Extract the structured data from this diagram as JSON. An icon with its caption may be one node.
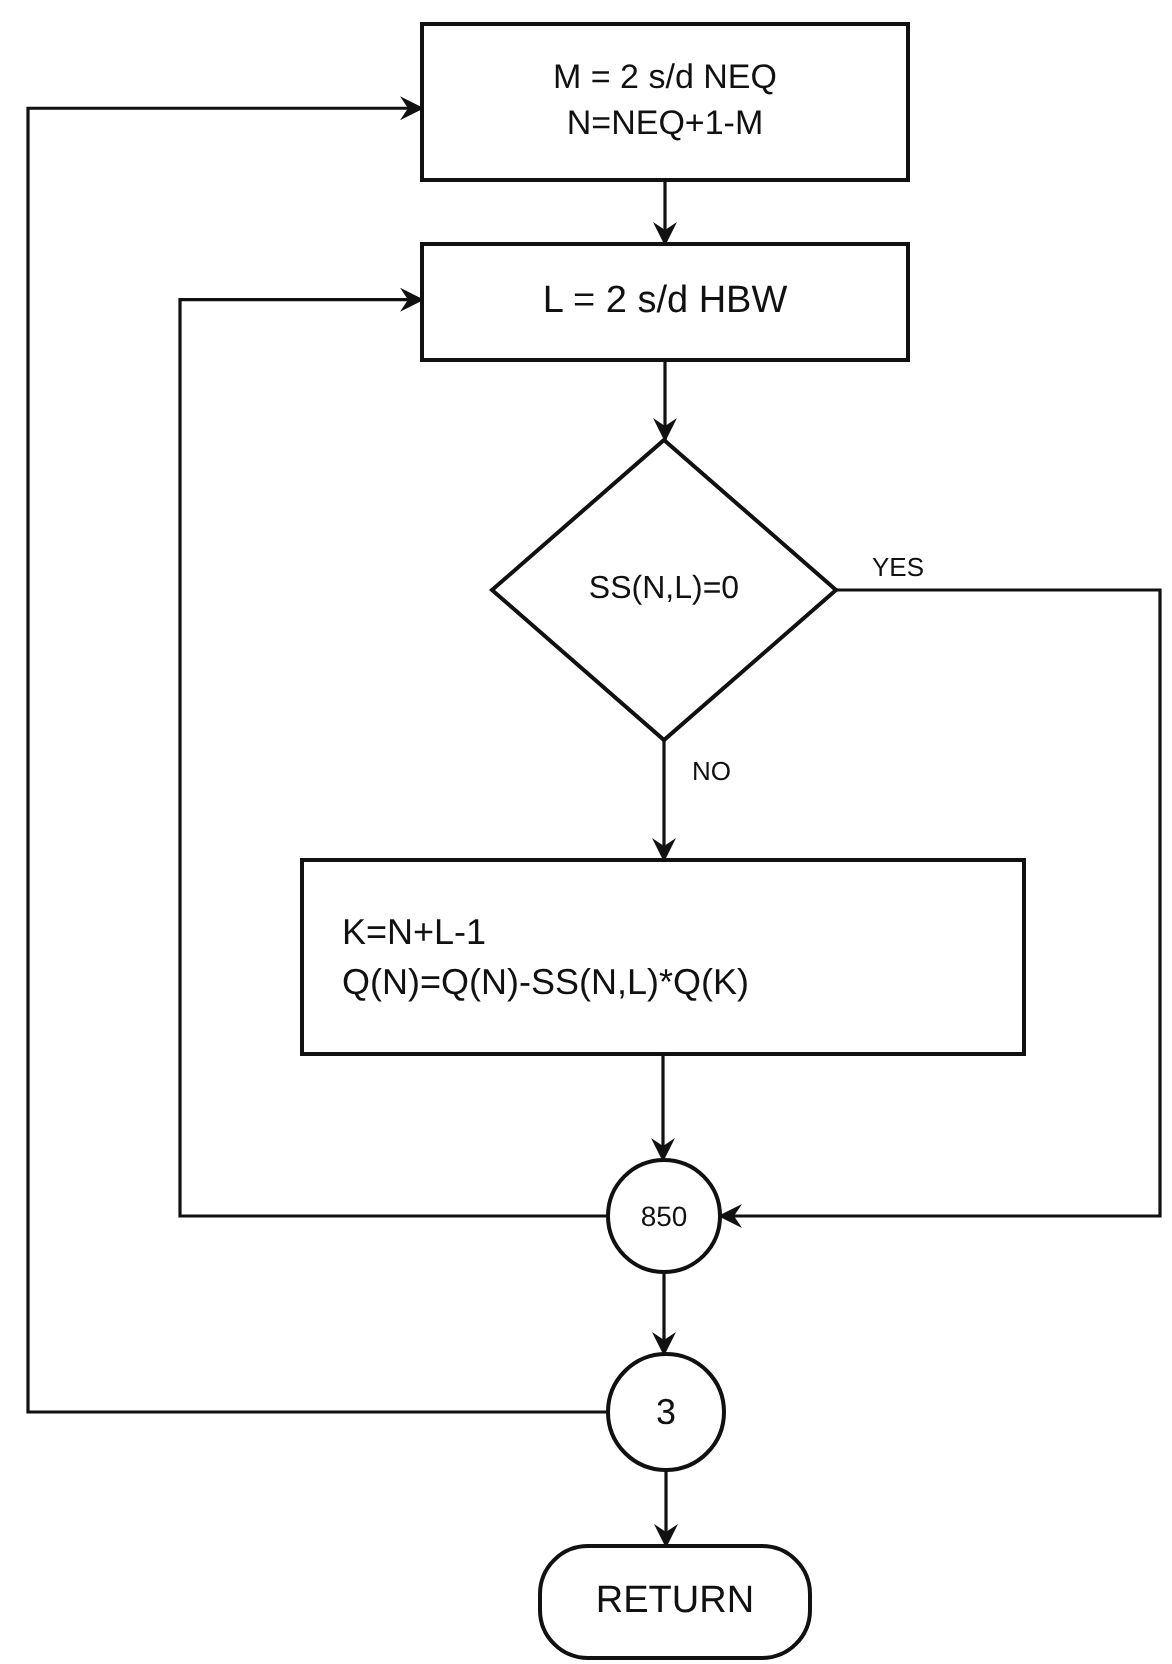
{
  "diagram": {
    "nodes": [
      {
        "text": [
          "M = 2 s/d NEQ",
          "N=NEQ+1-M"
        ]
      },
      {
        "text": [
          "L = 2 s/d HBW"
        ]
      },
      {
        "text": [
          "SS(N,L)=0"
        ]
      },
      {
        "text": [
          "K=N+L-1",
          "Q(N)=Q(N)-SS(N,L)*Q(K)"
        ]
      },
      {
        "text": [
          "850"
        ]
      },
      {
        "text": [
          "3"
        ]
      },
      {
        "text": [
          "RETURN"
        ]
      }
    ],
    "edges": [
      {
        "from": 0,
        "to": 1,
        "arrow": "to"
      },
      {
        "from": 1,
        "to": 2,
        "arrow": "to"
      },
      {
        "from": 2,
        "to": 3,
        "arrow": "to",
        "label": "NO"
      },
      {
        "from": 2,
        "to": 4,
        "arrow": "to",
        "label": "YES"
      },
      {
        "from": 3,
        "to": 4,
        "arrow": "to"
      },
      {
        "from": 4,
        "to": 1,
        "arrow": "to"
      },
      {
        "from": 4,
        "to": 5,
        "arrow": "to"
      },
      {
        "from": 5,
        "to": 0,
        "arrow": "to"
      },
      {
        "from": 5,
        "to": 6,
        "arrow": "to"
      }
    ]
  }
}
